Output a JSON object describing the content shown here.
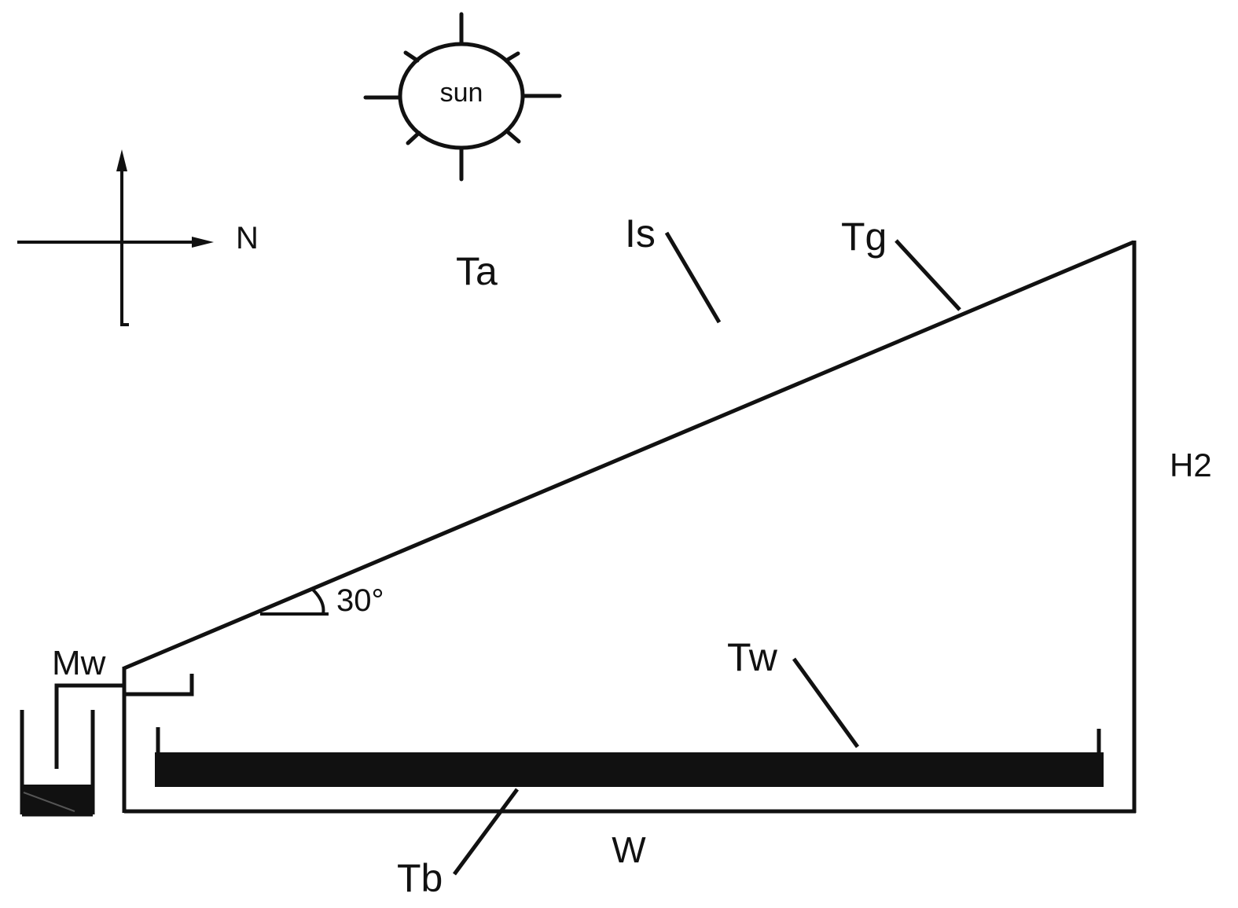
{
  "labels": {
    "sun": "sun",
    "north": "N",
    "ambient_temp": "Ta",
    "solar_irradiance": "Is",
    "glass_temp": "Tg",
    "height": "H2",
    "tilt_angle": "30°",
    "distillate": "Mw",
    "water_temp": "Tw",
    "basin_temp": "Tb",
    "width": "W"
  },
  "colors": {
    "stroke": "#111111",
    "background": "#ffffff"
  }
}
